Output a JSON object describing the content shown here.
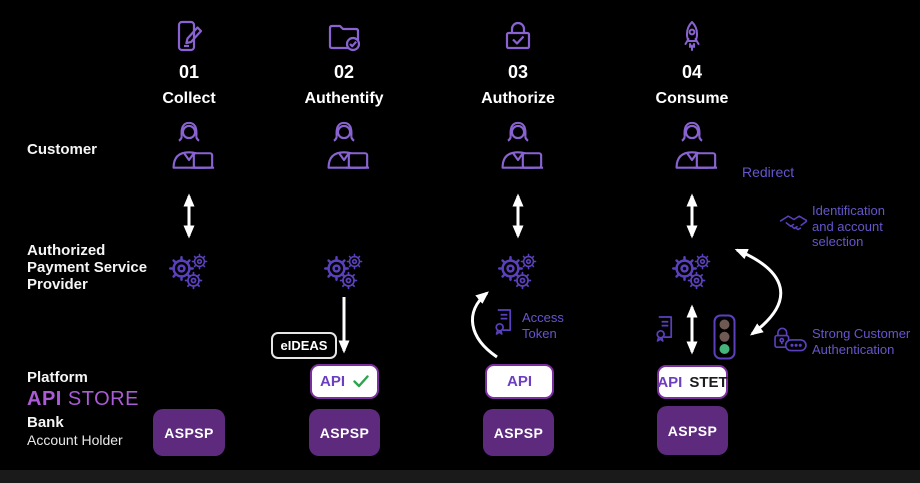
{
  "colors": {
    "background": "#000000",
    "icon_light_purple": "#8a63d2",
    "icon_dark_purple": "#5b40bd",
    "text_purple": "#6655cc",
    "brand_purple": "#ab5bd6",
    "aspsp_fill": "#5e2a7e",
    "api_border": "#7b2f9e",
    "api_text": "#6b3fc0",
    "check_green": "#2ea44f",
    "traffic_green": "#45b57c",
    "traffic_off": "#6e5a52",
    "arrow_white": "#ffffff"
  },
  "steps": [
    {
      "number": "01",
      "label": "Collect",
      "icon": "phone-edit-icon"
    },
    {
      "number": "02",
      "label": "Authentify",
      "icon": "folder-check-icon"
    },
    {
      "number": "03",
      "label": "Authorize",
      "icon": "lock-check-icon"
    },
    {
      "number": "04",
      "label": "Consume",
      "icon": "rocket-icon"
    }
  ],
  "lanes": {
    "customer": "Customer",
    "provider_line1": "Authorized",
    "provider_line2": "Payment Service",
    "provider_line3": "Provider",
    "platform": "Platform",
    "platform_brand_api": "API",
    "platform_brand_store": "STORE",
    "bank": "Bank",
    "bank_sub": "Account Holder"
  },
  "nodes": {
    "eideas": "eIDEAS",
    "api": "API",
    "stet": "STET",
    "aspsp": "ASPSP"
  },
  "annotations": {
    "redirect": "Redirect",
    "access_token_1": "Access",
    "access_token_2": "Token",
    "identification_1": "Identification",
    "identification_2": "and account",
    "identification_3": "selection",
    "sca_1": "Strong Customer",
    "sca_2": "Authentication"
  },
  "icons": {
    "customer_row": "woman-laptop-icon",
    "provider_row": "gears-icon",
    "access_token": "certificate-icon",
    "consume_certificate": "certificate-icon",
    "consume_status": "traffic-light-icon",
    "identification": "handshake-icon",
    "sca": "lock-password-icon",
    "api_valid": "check-icon"
  }
}
